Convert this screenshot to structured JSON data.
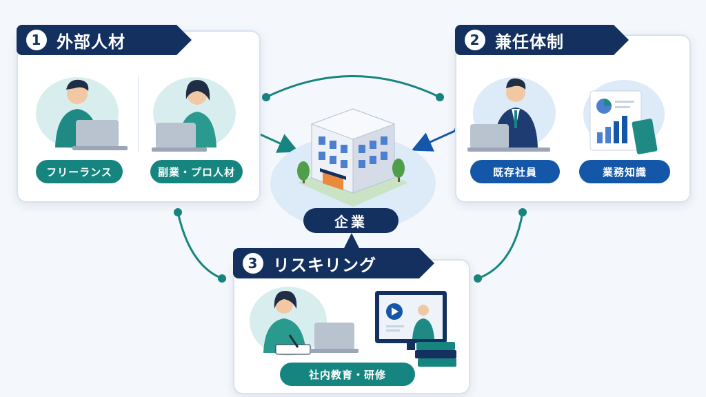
{
  "center": {
    "label": "企業"
  },
  "cards": [
    {
      "number": "1",
      "title": "外部人材",
      "items": [
        "フリーランス",
        "副業・プロ人材"
      ]
    },
    {
      "number": "2",
      "title": "兼任体制",
      "items": [
        "既存社員",
        "業務知識"
      ]
    },
    {
      "number": "3",
      "title": "リスキリング",
      "items": [
        "社内教育・研修"
      ]
    }
  ],
  "colors": {
    "navy": "#13305f",
    "teal": "#17857f",
    "blue": "#1457a8",
    "sky": "#dcebf7"
  }
}
